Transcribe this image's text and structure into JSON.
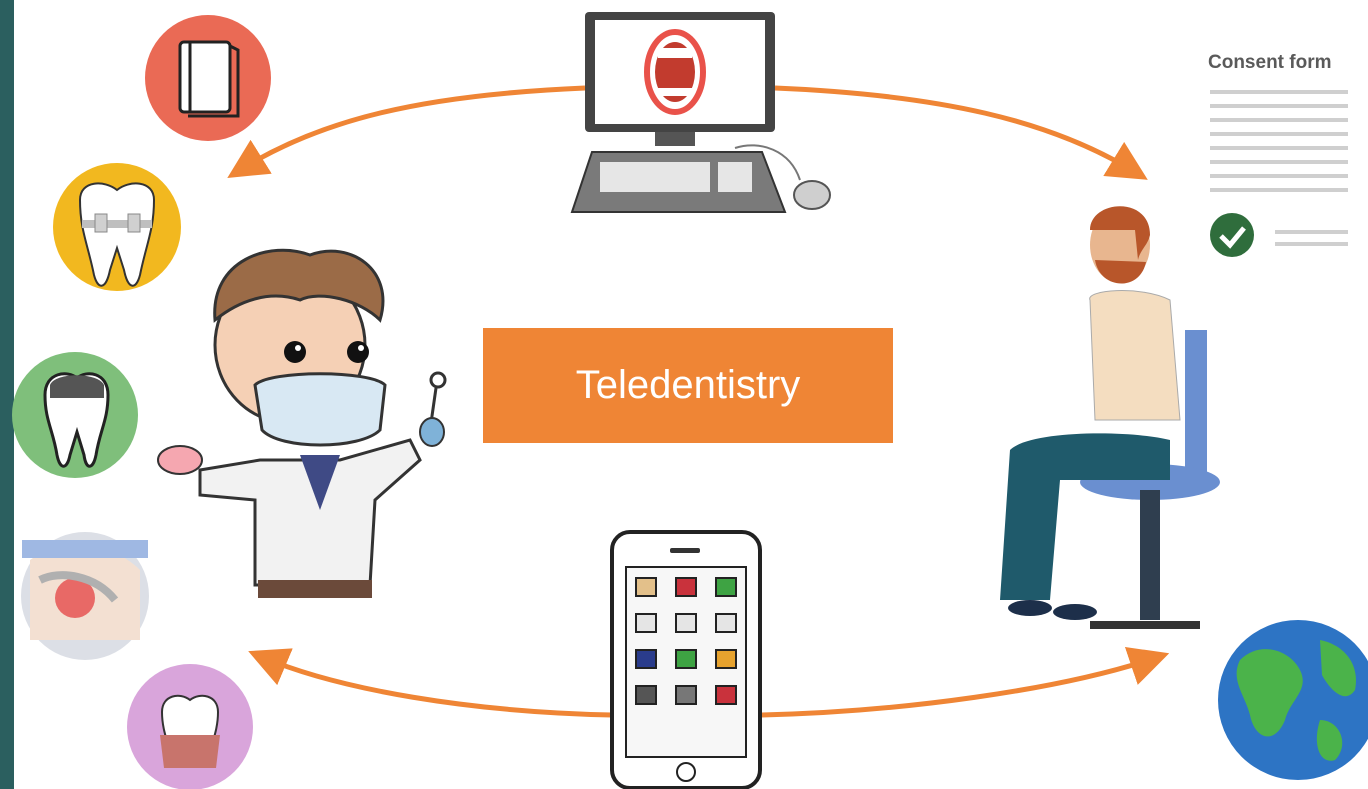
{
  "diagram": {
    "center_label": "Teledentistry",
    "consent_form": {
      "title": "Consent form"
    },
    "nodes": [
      {
        "name": "computer",
        "icon": "desktop-computer-icon"
      },
      {
        "name": "dentist",
        "icon": "dentist-icon"
      },
      {
        "name": "patient",
        "icon": "patient-icon"
      },
      {
        "name": "smartphone",
        "icon": "smartphone-icon"
      },
      {
        "name": "globe",
        "icon": "globe-icon"
      }
    ],
    "side_icons": [
      "book-icon",
      "braces-tooth-icon",
      "crowned-tooth-icon",
      "jaw-joint-icon",
      "gum-tooth-icon"
    ]
  },
  "colors": {
    "accent": "#ef8535",
    "title_box": "#ef8535",
    "background_frame": "#2b5f5f",
    "check": "#2f6d3c"
  }
}
